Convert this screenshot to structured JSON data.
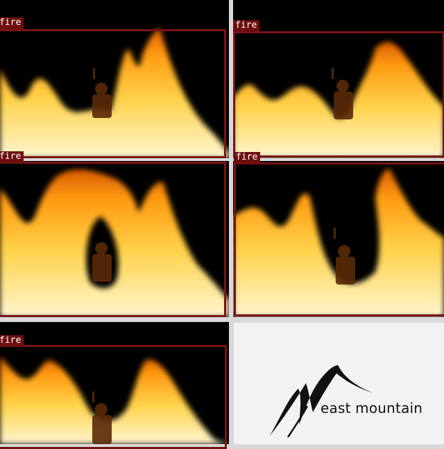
{
  "detections": [
    {
      "label": "fire"
    },
    {
      "label": "fire"
    },
    {
      "label": "fire"
    },
    {
      "label": "fire"
    },
    {
      "label": "fire"
    }
  ],
  "logo": {
    "text": "east mountain"
  },
  "colors": {
    "box": "#7a1414",
    "tag_bg": "#6e0f0f",
    "fire_core": "#fff4c0",
    "fire_mid": "#ffb000",
    "fire_edge": "#e06000"
  }
}
